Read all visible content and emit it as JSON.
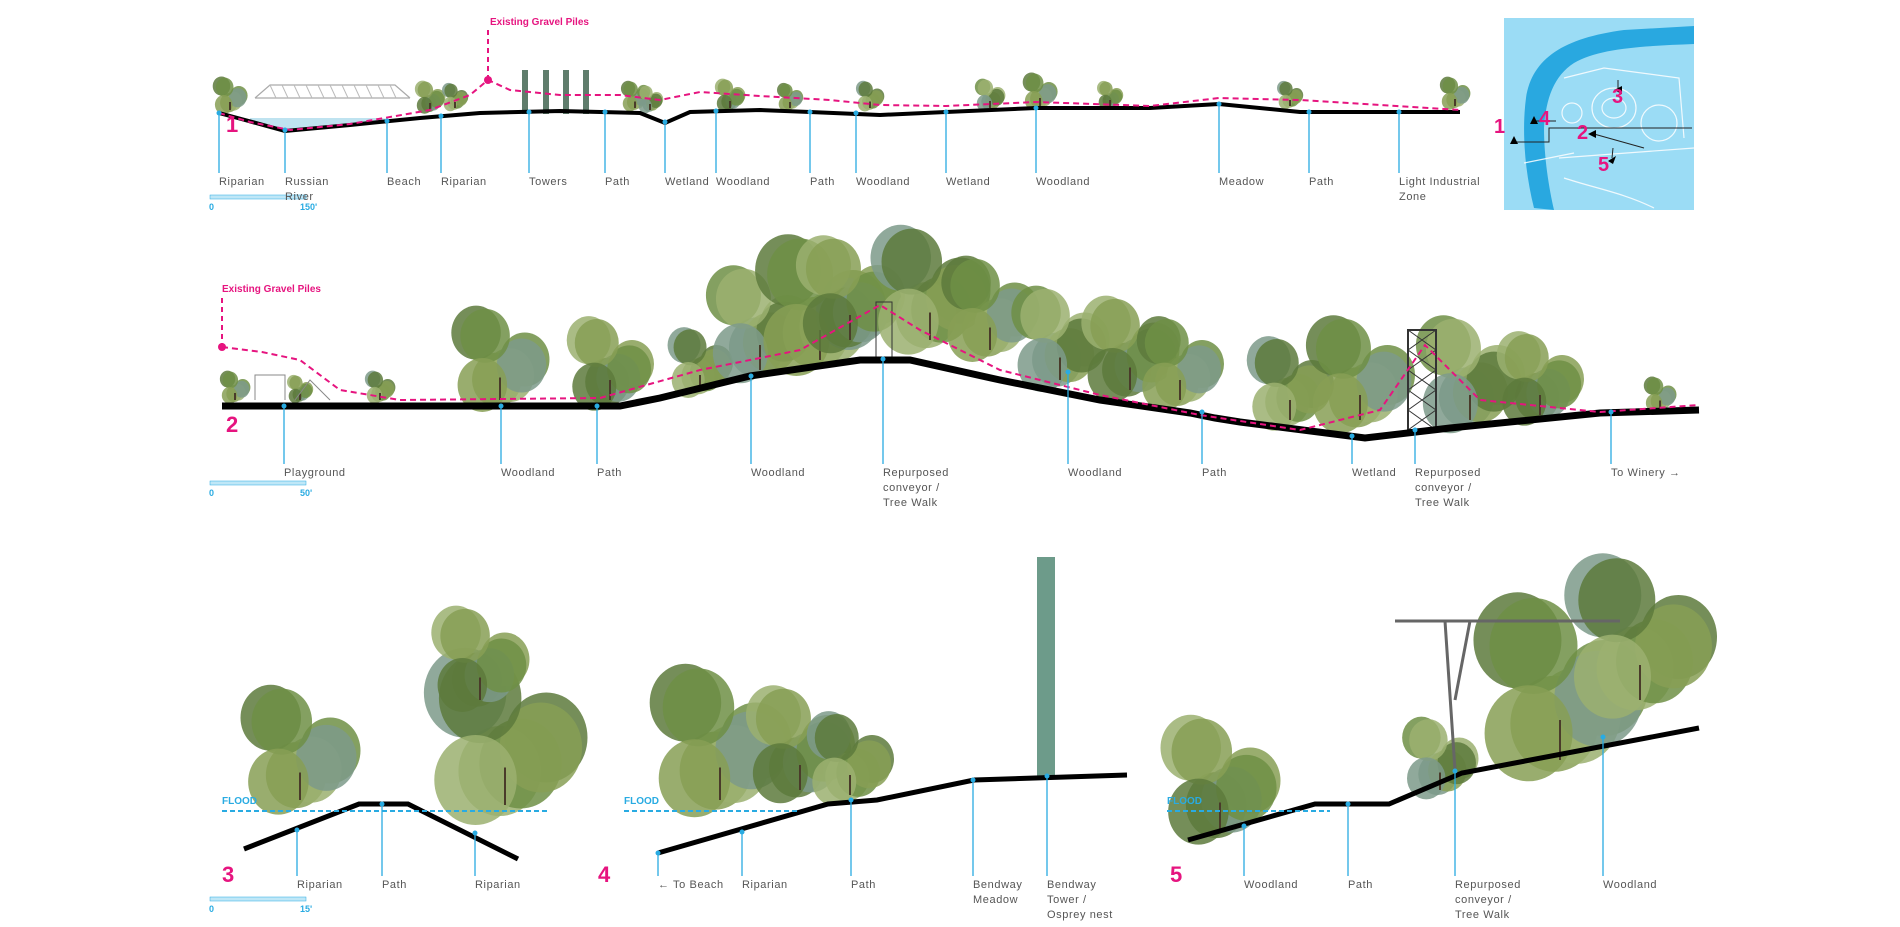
{
  "colors": {
    "accent_pink": "#e6147f",
    "leader_blue": "#29abe2",
    "ground": "#000000",
    "map_water": "#29a8e0",
    "map_land": "#9bdcf5"
  },
  "section1": {
    "number": "1",
    "annotation": "Existing Gravel Piles",
    "scale": {
      "start": "0",
      "end": "150'"
    },
    "labels": [
      "Riparian",
      "Russian\nRiver",
      "Beach",
      "Riparian",
      "Towers",
      "Path",
      "Wetland",
      "Woodland",
      "Path",
      "Woodland",
      "Wetland",
      "Woodland",
      "Meadow",
      "Path",
      "Light Industrial\nZone"
    ]
  },
  "section2": {
    "number": "2",
    "annotation": "Existing Gravel Piles",
    "scale": {
      "start": "0",
      "end": "50'"
    },
    "labels": [
      "Playground",
      "Woodland",
      "Path",
      "Woodland",
      "Repurposed\nconveyor /\nTree Walk",
      "Woodland",
      "Path",
      "Wetland",
      "Repurposed\nconveyor /\nTree Walk",
      "To Winery →"
    ]
  },
  "section3": {
    "number": "3",
    "flood": "FLOOD",
    "scale": {
      "start": "0",
      "end": "15'"
    },
    "labels": [
      "Riparian",
      "Path",
      "Riparian"
    ]
  },
  "section4": {
    "number": "4",
    "flood": "FLOOD",
    "labels": [
      "← To Beach",
      "Riparian",
      "Path",
      "Bendway\nMeadow",
      "Bendway\nTower /\nOsprey nest"
    ]
  },
  "section5": {
    "number": "5",
    "flood": "FLOOD",
    "labels": [
      "Woodland",
      "Path",
      "Repurposed\nconveyor /\nTree Walk",
      "Woodland"
    ]
  },
  "key_map": {
    "markers": [
      "1",
      "2",
      "3",
      "4",
      "5"
    ]
  }
}
